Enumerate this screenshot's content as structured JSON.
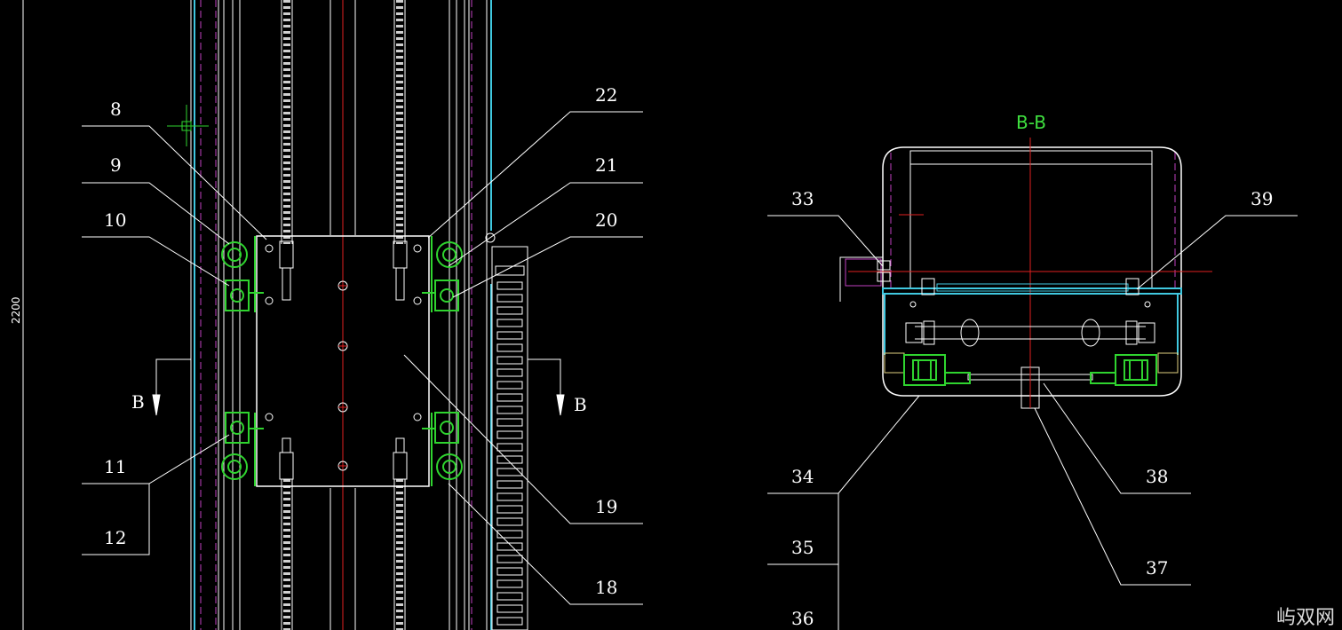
{
  "drawing": {
    "dimension_text": "2200",
    "section_title": "B-B",
    "section_marker_left": "B",
    "section_marker_right": "B",
    "watermark": "屿双网",
    "colors": {
      "background": "#000000",
      "outline": "#ffffff",
      "component": "#2fd42f",
      "centerline": "#e02020",
      "hidden": "#c040c0",
      "glass": "#40c8e0",
      "label_title": "#3fe03f"
    },
    "callouts": {
      "c8": "8",
      "c9": "9",
      "c10": "10",
      "c11": "11",
      "c12": "12",
      "c18": "18",
      "c19": "19",
      "c20": "20",
      "c21": "21",
      "c22": "22",
      "c33": "33",
      "c34": "34",
      "c35": "35",
      "c36": "36",
      "c37": "37",
      "c38": "38",
      "c39": "39"
    }
  }
}
